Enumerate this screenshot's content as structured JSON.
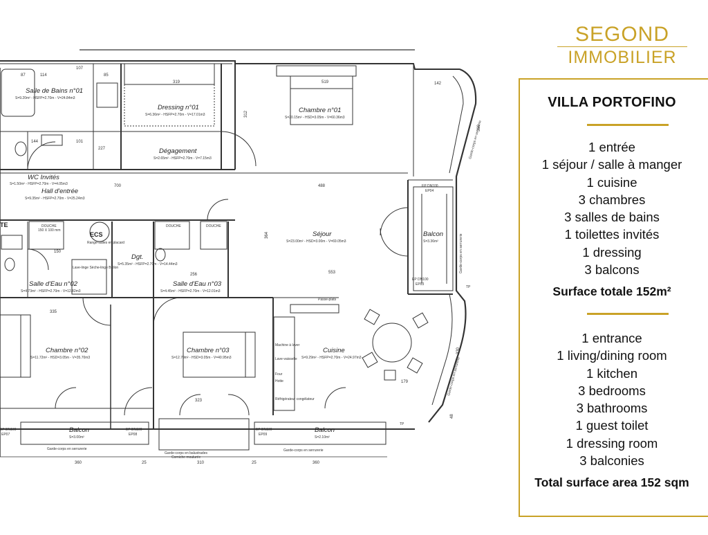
{
  "brand": {
    "name_top": "SEGOND",
    "name_bottom": "IMMOBILIER",
    "gold": "#c9a227"
  },
  "panel": {
    "title": "VILLA PORTOFINO",
    "fr_items": [
      "1 entrée",
      "1 séjour / salle à manger",
      "1 cuisine",
      "3 chambres",
      "3 salles de bains",
      "1 toilettes invités",
      "1 dressing",
      "3 balcons"
    ],
    "fr_total": "Surface totale 152m²",
    "en_items": [
      "1  entrance",
      "1 living/dining room",
      "1 kitchen",
      "3 bedrooms",
      "3 bathrooms",
      "1 guest toilet",
      "1 dressing room",
      "3 balconies"
    ],
    "en_total": "Total surface area 152 sqm"
  },
  "plan": {
    "rooms": {
      "sdb1": {
        "name": "Salle de Bains n°01",
        "sub": "S=9.20m² - HSFP=2.70m - V=24.84m3"
      },
      "dressing": {
        "name": "Dressing n°01",
        "sub": "S=6.36m² - HSFP=2.70m - V=17.01m3"
      },
      "chambre1": {
        "name": "Chambre n°01",
        "sub": "S=20.15m² - HSD=3.05m - V=60.36m3"
      },
      "degagement": {
        "name": "Dégagement",
        "sub": "S=2.65m² - HSFP=2.70m - V=7.15m3"
      },
      "wc": {
        "name": "WC Invités",
        "sub": "S=1.50m² - HSFP=2.70m - V=4.05m3"
      },
      "hall": {
        "name": "Hall d'entrée",
        "sub": "S=9.35m² - HSFP=2.70m - V=25.24m3"
      },
      "sejour": {
        "name": "Séjour",
        "sub": "S=23.00m² - HSD=3.00m - V=69.05m3"
      },
      "balcon_r": {
        "name": "Balcon",
        "sub": "S=3.36m²"
      },
      "ecs": {
        "name": "ECS",
        "sub": "Range-salles en placard"
      },
      "dgt": {
        "name": "Dgt.",
        "sub": "S=5.35m² - HSFP=2.70m - V=14.44m3"
      },
      "sde2": {
        "name": "Salle d'Eau n°02",
        "sub": "S=4.73m² - HSFP=2.70m - V=12.82m3"
      },
      "sde3": {
        "name": "Salle d'Eau n°03",
        "sub": "S=4.45m² - HSFP=2.70m - V=12.01m3"
      },
      "chambre2": {
        "name": "Chambre n°02",
        "sub": "S=11.72m² - HSD=3.05m - V=35.70m3"
      },
      "chambre3": {
        "name": "Chambre n°03",
        "sub": "S=12.70m² - HSD=3.05m - V=40.95m3"
      },
      "cuisine": {
        "name": "Cuisine",
        "sub": "S=9.29m² - HSFP=2.70m - V=24.97m3"
      },
      "balcon_l": {
        "name": "Balcon",
        "sub": "S=3.00m²"
      },
      "balcon_m": {
        "name": "Balcon",
        "sub": "S=2.10m²"
      },
      "te": {
        "name": "TE",
        "sub": ""
      },
      "douche1": {
        "name": "DOUCHE",
        "sub": "150 X 100 mm"
      },
      "douche2": {
        "name": "DOUCHE",
        "sub": ""
      },
      "douche3": {
        "name": "DOUCHE",
        "sub": ""
      }
    },
    "labels": {
      "ep_dn100": "EP DN100",
      "ep04": "EP04",
      "ep03": "EP03",
      "ep07": "EP07",
      "ep08": "EP08",
      "ep09": "EP09",
      "tp": "TP",
      "garde_corps": "Garde-corps en serrurerie",
      "garde_corps_r": "Garde-corps en serrurerie",
      "garde_corps_l": "Garde-corps en serrurerie",
      "garde_corps_m": "Garde-corps en serrurerie",
      "garde_corps_c": "Garde-corps en balustrades",
      "corniche": "Corniche moulurée",
      "passe_plats": "Passe-plats",
      "lave_linge": "Lave-linge Sèche-linge Ballon",
      "machine_laver": "Machine à laver",
      "lave_vaisselle": "Lave-vaisselle",
      "four": "Four",
      "hotte": "Hotte",
      "refrigerateur": "Réfrigérateur congélateur"
    },
    "dims": {
      "d87": "87",
      "d114": "114",
      "d107": "107",
      "d85": "85",
      "d319": "319",
      "d519": "519",
      "d142": "142",
      "d700": "700",
      "d488": "488",
      "d553": "553",
      "d150": "150",
      "d256": "256",
      "d335": "335",
      "d323": "323",
      "d179": "179",
      "d360a": "360",
      "d25a": "25",
      "d310": "310",
      "d25b": "25",
      "d360b": "360",
      "d101": "101",
      "d144": "144",
      "d227": "227",
      "d312": "312",
      "d364": "364",
      "d48": "48",
      "d360c": "360",
      "d330": "330"
    }
  }
}
